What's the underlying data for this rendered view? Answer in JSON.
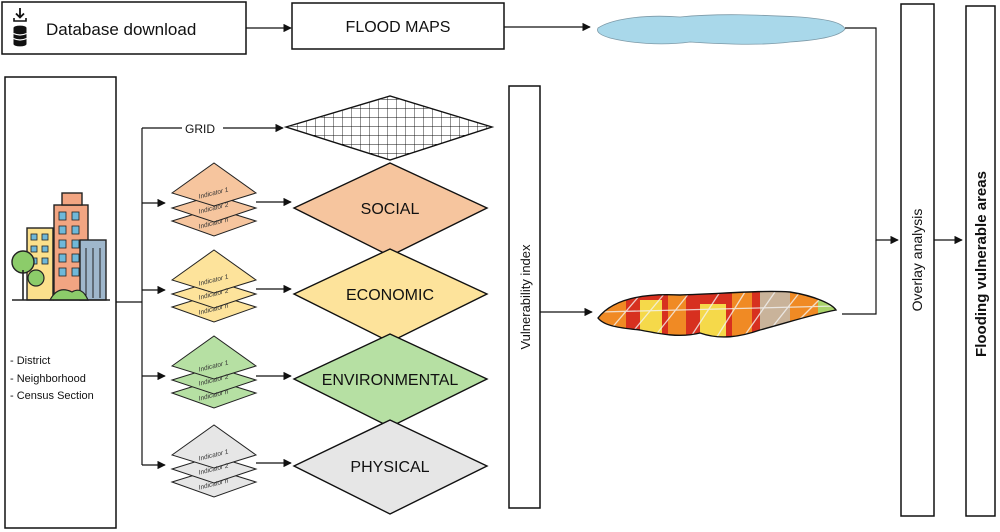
{
  "top": {
    "download_label": "Database download",
    "flood_maps_label": "FLOOD MAPS"
  },
  "left": {
    "levels": [
      "- District",
      "- Neighborhood",
      "- Census Section"
    ]
  },
  "grid_label": "GRID",
  "dimensions": [
    {
      "key": "social",
      "label": "SOCIAL",
      "fill": "#f6c59e",
      "indicators": [
        "Indicator 1",
        "Indicator 2",
        "Indicator n"
      ]
    },
    {
      "key": "economic",
      "label": "ECONOMIC",
      "fill": "#fde39b",
      "indicators": [
        "Indicator 1",
        "Indicator 2",
        "Indicator n"
      ]
    },
    {
      "key": "environmental",
      "label": "ENVIRONMENTAL",
      "fill": "#b6e0a3",
      "indicators": [
        "Indicator 1",
        "Indicator 2",
        "Indicator n"
      ]
    },
    {
      "key": "physical",
      "label": "PHYSICAL",
      "fill": "#e6e6e6",
      "indicators": [
        "Indicator 1",
        "Indicator 2",
        "Indicator n"
      ]
    }
  ],
  "vulnerability_index_label": "Vulnerability index",
  "overlay_label": "Overlay analysis",
  "result_label": "Flooding vulnerable areas",
  "colors": {
    "flood_map_fill": "#a9d8ea",
    "vulnerability_map_red": "#d7301f",
    "vulnerability_map_orange": "#f08a24",
    "vulnerability_map_yellow": "#f5d94a"
  }
}
